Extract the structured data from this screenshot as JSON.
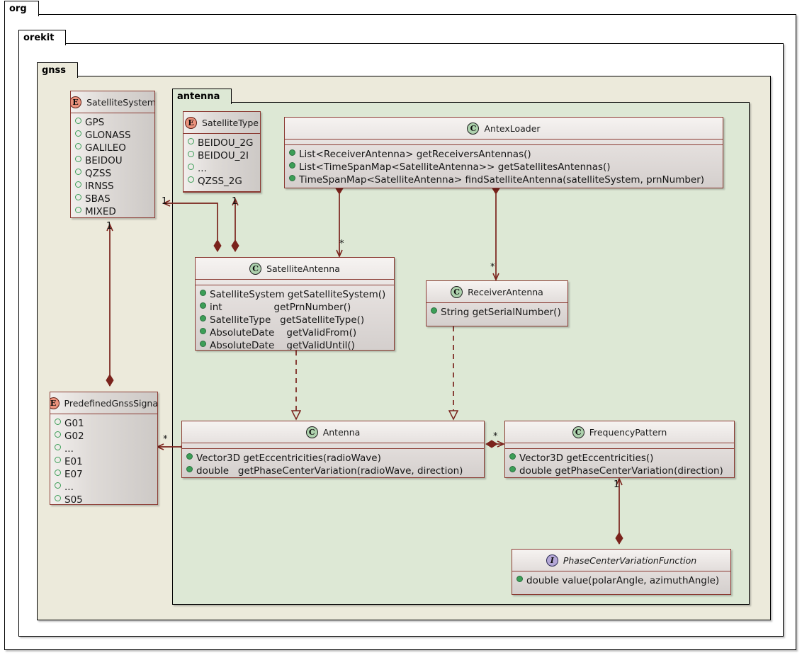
{
  "packages": [
    {
      "id": "org",
      "label": "org"
    },
    {
      "id": "orekit",
      "label": "orekit"
    },
    {
      "id": "gnss",
      "label": "gnss"
    },
    {
      "id": "antenna",
      "label": "antenna"
    }
  ],
  "colors": {
    "package_org_bg": "#ffffff",
    "package_orekit_bg": "#ffffff",
    "package_gnss_bg": "#eceadb",
    "package_antenna_bg": "#dde8d5",
    "node_border": "#8b3a32",
    "link": "#7a231c",
    "class_badge": "#add1ad",
    "enum_badge": "#eb937d",
    "interface_badge": "#b4a7d6",
    "member_bullet": "#3c9e57"
  },
  "nodes": {
    "satellite_system": {
      "stereotype": "E",
      "icon": "enum-icon",
      "title": "SatelliteSystem",
      "members": [
        "GPS",
        "GLONASS",
        "GALILEO",
        "BEIDOU",
        "QZSS",
        "IRNSS",
        "SBAS",
        "MIXED"
      ]
    },
    "satellite_type": {
      "stereotype": "E",
      "icon": "enum-icon",
      "title": "SatelliteType",
      "members": [
        "BEIDOU_2G",
        "BEIDOU_2I",
        "...",
        "QZSS_2G"
      ]
    },
    "antex_loader": {
      "stereotype": "C",
      "icon": "class-icon",
      "title": "AntexLoader",
      "members": [
        "List<ReceiverAntenna> getReceiversAntennas()",
        "List<TimeSpanMap<SatelliteAntenna>> getSatellitesAntennas()",
        "TimeSpanMap<SatelliteAntenna> findSatelliteAntenna(satelliteSystem, prnNumber)"
      ]
    },
    "satellite_antenna": {
      "stereotype": "C",
      "icon": "class-icon",
      "title": "SatelliteAntenna",
      "members": [
        "SatelliteSystem getSatelliteSystem()",
        "int                 getPrnNumber()",
        "SatelliteType   getSatelliteType()",
        "AbsoluteDate    getValidFrom()",
        "AbsoluteDate    getValidUntil()"
      ]
    },
    "receiver_antenna": {
      "stereotype": "C",
      "icon": "class-icon",
      "title": "ReceiverAntenna",
      "members": [
        "String getSerialNumber()"
      ]
    },
    "predefined_gnss_signal": {
      "stereotype": "E",
      "icon": "enum-icon",
      "title": "PredefinedGnssSignal",
      "members": [
        "G01",
        "G02",
        "...",
        "E01",
        "E07",
        "...",
        "S05"
      ]
    },
    "antenna": {
      "stereotype": "C",
      "icon": "class-icon",
      "title": "Antenna",
      "members": [
        "Vector3D getEccentricities(radioWave)",
        "double   getPhaseCenterVariation(radioWave, direction)"
      ]
    },
    "frequency_pattern": {
      "stereotype": "C",
      "icon": "class-icon",
      "title": "FrequencyPattern",
      "members": [
        "Vector3D getEccentricities()",
        "double getPhaseCenterVariation(direction)"
      ]
    },
    "phase_center_variation_function": {
      "stereotype": "I",
      "icon": "interface-icon",
      "title": "PhaseCenterVariationFunction",
      "members": [
        "double value(polarAngle, azimuthAngle)"
      ]
    }
  },
  "relationships": [
    {
      "id": "satelliteantenna-satellitesystem",
      "from": "SatelliteAntenna",
      "to": "SatelliteSystem",
      "type": "composition",
      "multiplicity": "1"
    },
    {
      "id": "satelliteantenna-satellitetype",
      "from": "SatelliteAntenna",
      "to": "SatelliteType",
      "type": "composition",
      "multiplicity": "1"
    },
    {
      "id": "predefinedgnsssignal-satellitesystem",
      "from": "PredefinedGnssSignal",
      "to": "SatelliteSystem",
      "type": "composition",
      "multiplicity": "1"
    },
    {
      "id": "antexloader-satelliteantenna",
      "from": "AntexLoader",
      "to": "SatelliteAntenna",
      "type": "composition",
      "multiplicity": "*"
    },
    {
      "id": "antexloader-receiverantenna",
      "from": "AntexLoader",
      "to": "ReceiverAntenna",
      "type": "composition",
      "multiplicity": "*"
    },
    {
      "id": "satelliteantenna-antenna",
      "from": "SatelliteAntenna",
      "to": "Antenna",
      "type": "realization",
      "multiplicity": ""
    },
    {
      "id": "receiverantenna-antenna",
      "from": "ReceiverAntenna",
      "to": "Antenna",
      "type": "realization",
      "multiplicity": ""
    },
    {
      "id": "antenna-predefinedgnsssignal",
      "from": "Antenna",
      "to": "PredefinedGnssSignal",
      "type": "composition",
      "multiplicity": "*"
    },
    {
      "id": "antenna-frequencypattern",
      "from": "Antenna",
      "to": "FrequencyPattern",
      "type": "composition",
      "multiplicity": "*"
    },
    {
      "id": "pcvfunction-frequencypattern",
      "from": "PhaseCenterVariationFunction",
      "to": "FrequencyPattern",
      "type": "composition",
      "multiplicity": "1"
    }
  ],
  "multiplicity_labels": {
    "sat_sys_from_satellite_antenna": "1",
    "sat_type_from_satellite_antenna": "1",
    "sat_sys_from_signal": "1",
    "antex_to_sat_antenna": "*",
    "antex_to_recv_antenna": "*",
    "antenna_to_signal": "*",
    "antenna_to_pattern": "*",
    "pattern_from_pcv": "1"
  }
}
